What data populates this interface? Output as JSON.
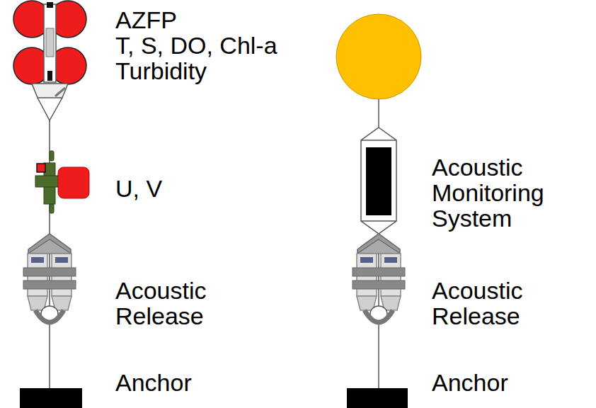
{
  "diagram": {
    "labels": [
      "AZFP",
      "T, S, DO, Chl-a",
      "Turbidity",
      "U, V",
      "Acoustic Release",
      "Anchor",
      "Acoustic Monitoring System",
      "Acoustic Release",
      "Anchor"
    ]
  }
}
